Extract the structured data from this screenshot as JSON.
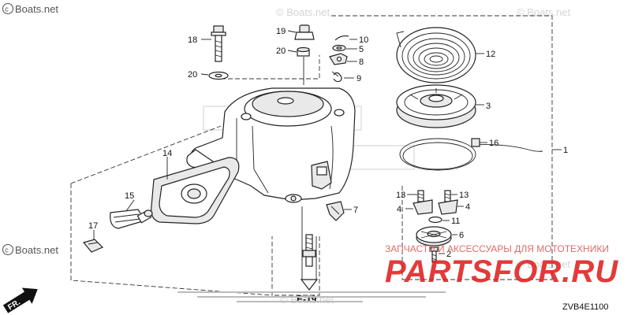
{
  "watermarks": {
    "brand": "© Boats.net",
    "brand_short": "Boats.net"
  },
  "callouts": [
    {
      "id": "c18",
      "text": "18"
    },
    {
      "id": "c19",
      "text": "19"
    },
    {
      "id": "c20a",
      "text": "20"
    },
    {
      "id": "c20b",
      "text": "20"
    },
    {
      "id": "c10",
      "text": "10"
    },
    {
      "id": "c5",
      "text": "5"
    },
    {
      "id": "c8",
      "text": "8"
    },
    {
      "id": "c9",
      "text": "9"
    },
    {
      "id": "c12",
      "text": "12"
    },
    {
      "id": "c3",
      "text": "3"
    },
    {
      "id": "c16",
      "text": "16"
    },
    {
      "id": "c1",
      "text": "1"
    },
    {
      "id": "c14",
      "text": "14"
    },
    {
      "id": "c15",
      "text": "15"
    },
    {
      "id": "c17",
      "text": "17"
    },
    {
      "id": "c7",
      "text": "7"
    },
    {
      "id": "c13a",
      "text": "13"
    },
    {
      "id": "c13b",
      "text": "13"
    },
    {
      "id": "c4a",
      "text": "4"
    },
    {
      "id": "c4b",
      "text": "4"
    },
    {
      "id": "c11",
      "text": "11"
    },
    {
      "id": "c6",
      "text": "6"
    },
    {
      "id": "c2",
      "text": "2"
    }
  ],
  "reference": "E-19",
  "direction": "FR.",
  "diagram_code": "ZVB4E1100",
  "promo": {
    "tagline": "ЗАПЧАСТИ И АКСЕССУАРЫ ДЛЯ МОТОТЕХНИКИ",
    "site": "PARTSFOR.RU"
  },
  "colors": {
    "promo_red": "#e02525",
    "line": "#222222"
  }
}
